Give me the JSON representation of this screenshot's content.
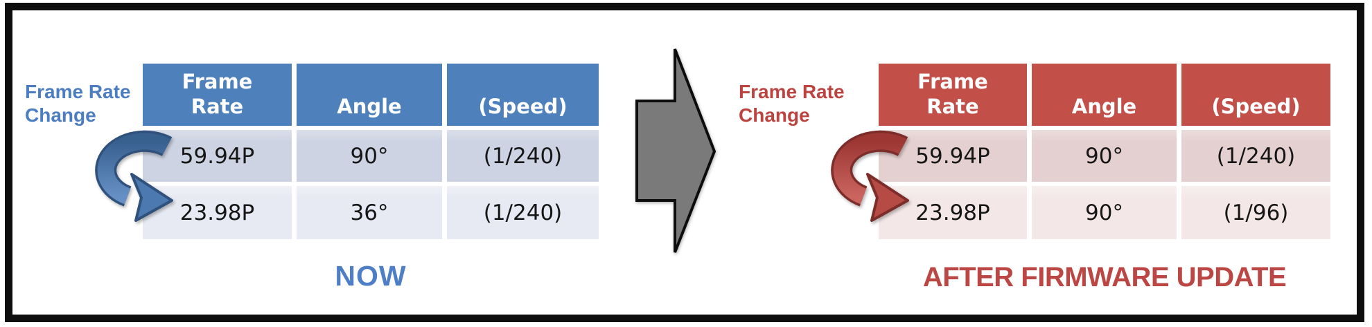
{
  "left": {
    "label": "Frame Rate\nChange",
    "caption": "NOW",
    "table": {
      "headers": [
        "Frame\nRate",
        "Angle",
        "(Speed)"
      ],
      "rows": [
        [
          "59.94P",
          "90°",
          "(1/240)"
        ],
        [
          "23.98P",
          "36°",
          "(1/240)"
        ]
      ]
    },
    "colors": {
      "header_bg": "#4E80BC",
      "row1_bg": "#CDD3E2",
      "row2_bg": "#E8EAF3",
      "label_text": "#4C7DC0",
      "caption_text": "#4E7FC6",
      "curve_arrow": "#4C79B0"
    }
  },
  "right": {
    "label": "Frame Rate\nChange",
    "caption": "AFTER FIRMWARE UPDATE",
    "table": {
      "headers": [
        "Frame\nRate",
        "Angle",
        "(Speed)"
      ],
      "rows": [
        [
          "59.94P",
          "90°",
          "(1/240)"
        ],
        [
          "23.98P",
          "90°",
          "(1/96)"
        ]
      ]
    },
    "colors": {
      "header_bg": "#C25049",
      "row1_bg": "#E4D0D0",
      "row2_bg": "#F3E8E7",
      "label_text": "#BC4440",
      "caption_text": "#BC4643",
      "curve_arrow": "#B64B46"
    }
  },
  "icons": {
    "transition_arrow": "right-block-arrow",
    "transition_arrow_fill": "#7A7A7A",
    "transition_arrow_outline": "#0d0d0d",
    "left_curve_arrow": "u-turn-down-arrow",
    "right_curve_arrow": "u-turn-down-arrow"
  },
  "frame": {
    "border_color": "#0d0d0d"
  }
}
